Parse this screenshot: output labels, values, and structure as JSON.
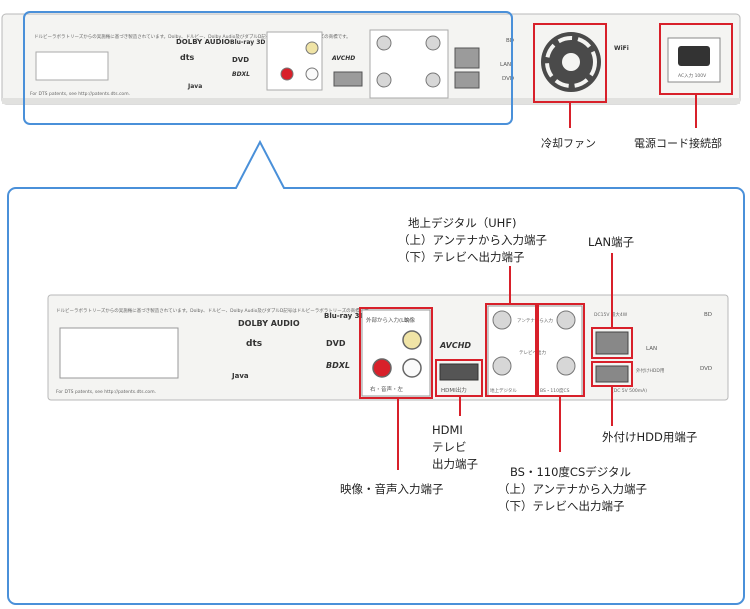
{
  "title": "",
  "top_panel": {
    "notice_text": "ドルビーラボラトリーズからの実施権に基づき製造されています。Dolby、ドルビー、Dolby Audio及びダブルD記号はドルビーラボラトリーズの商標です。",
    "patent_text": "For DTS patents, see http://patents.dts.com.",
    "logos": [
      "DOLBY AUDIO",
      "dts",
      "Blu-ray 3D",
      "DVD",
      "BDXL",
      "Java",
      "AVCHD",
      "WiFi"
    ],
    "av_in_label": "外部から入力(L1)",
    "video_label": "映像",
    "lr_label": "右・音声・左",
    "hdmi_label": "HDMI出力",
    "antenna_in_label": "アンテナから入力",
    "tv_out_label": "テレビへ出力",
    "terrestrial_label": "地上デジタル",
    "bs_label": "BS・110度CS",
    "dc_label": "DC15V 最大4W",
    "lan_label": "LAN",
    "hdd_label": "外付けHDD用",
    "hdd_power": "(DC 5V 500mA)",
    "bd_label": "BD",
    "dvd_label": "DVD",
    "ac_label": "AC入力 100V"
  },
  "callouts": {
    "fan": "冷却ファン",
    "power": "電源コード接続部",
    "terrestrial": [
      "地上デジタル（UHF)",
      "（上）アンテナから入力端子",
      "（下）テレビへ出力端子"
    ],
    "lan": "LAN端子",
    "hdmi": [
      "HDMI",
      "テレビ",
      "出力端子"
    ],
    "av_in": "映像・音声入力端子",
    "bs": [
      "BS・110度CSデジタル",
      "（上）アンテナから入力端子",
      "（下）テレビへ出力端子"
    ],
    "hdd": "外付けHDD用端子"
  },
  "colors": {
    "highlight_red": "#d8202a",
    "frame_blue": "#4a90d9",
    "panel": "#f4f4f2"
  }
}
